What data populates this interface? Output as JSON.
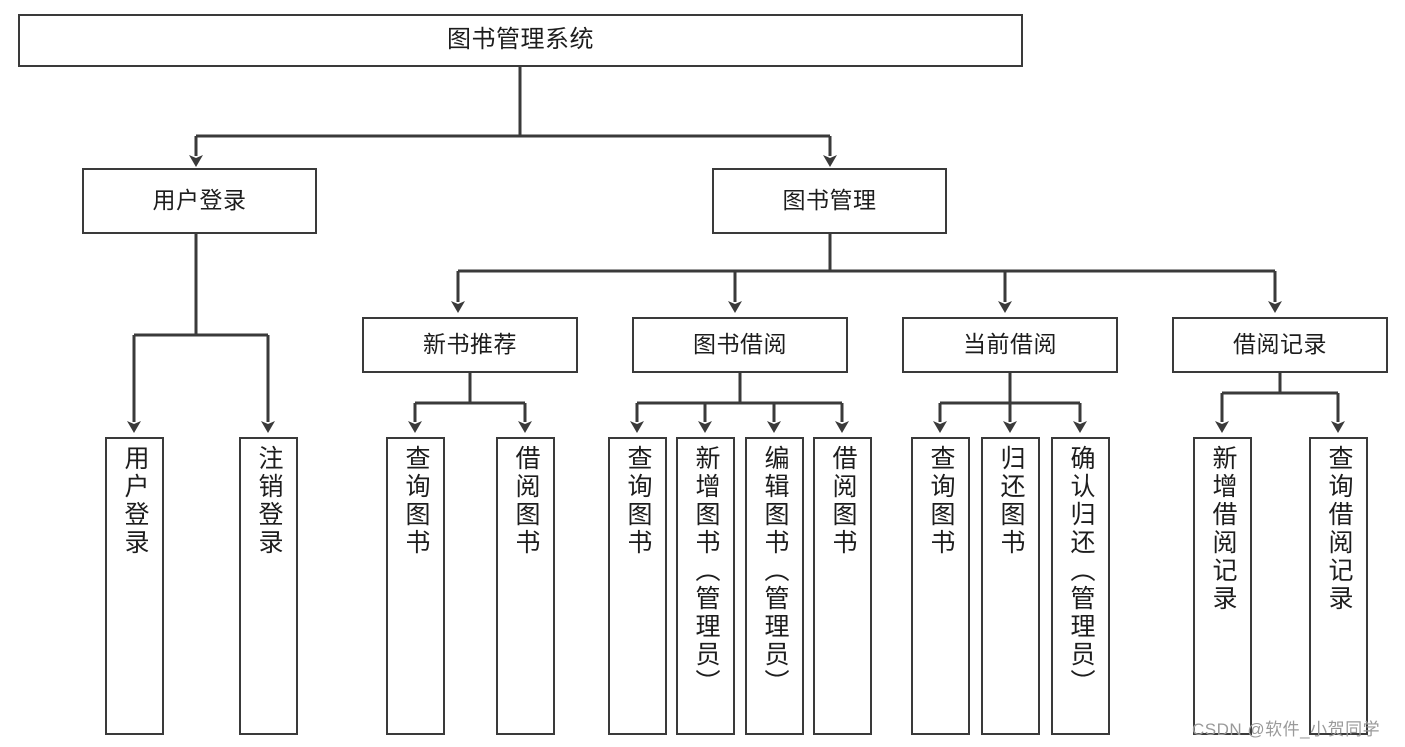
{
  "diagram": {
    "title": "图书管理系统",
    "type": "tree-hierarchy",
    "root": {
      "label": "图书管理系统"
    },
    "level2": [
      {
        "label": "用户登录"
      },
      {
        "label": "图书管理"
      }
    ],
    "level3": [
      {
        "label": "新书推荐"
      },
      {
        "label": "图书借阅"
      },
      {
        "label": "当前借阅"
      },
      {
        "label": "借阅记录"
      }
    ],
    "leaves": {
      "user_login": [
        {
          "label": "用户登录"
        },
        {
          "label": "注销登录"
        }
      ],
      "new_book_recommend": [
        {
          "label": "查询图书"
        },
        {
          "label": "借阅图书"
        }
      ],
      "book_borrow": [
        {
          "label": "查询图书"
        },
        {
          "label": "新增图书（管理员）"
        },
        {
          "label": "编辑图书（管理员）"
        },
        {
          "label": "借阅图书"
        }
      ],
      "current_borrow": [
        {
          "label": "查询图书"
        },
        {
          "label": "归还图书"
        },
        {
          "label": "确认归还（管理员）"
        }
      ],
      "borrow_record": [
        {
          "label": "新增借阅记录"
        },
        {
          "label": "查询借阅记录"
        }
      ]
    },
    "watermark": "CSDN @软件_小贺同学",
    "colors": {
      "stroke": "#3a3a3a",
      "fill": "#ffffff",
      "text": "#1d1d1d",
      "watermark": "#9a9a9a"
    }
  }
}
